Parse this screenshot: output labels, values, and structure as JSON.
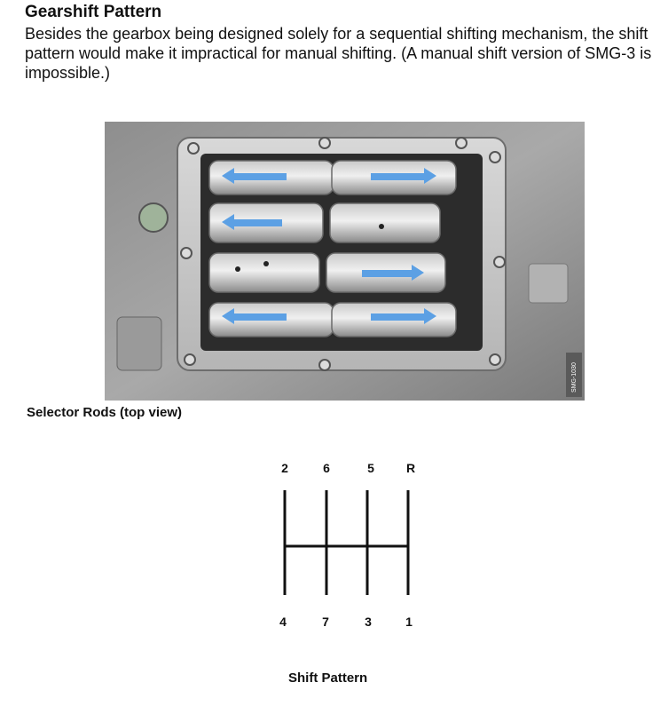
{
  "heading": "Gearshift Pattern",
  "paragraph": "Besides the gearbox being designed solely for a sequential shifting mechanism, the shift pattern would make it impractical for manual shifting. (A manual shift version of SMG-3 is impossible.)",
  "photo": {
    "caption": "Selector Rods (top view)",
    "stamp": "SMG-1030"
  },
  "shift_pattern": {
    "caption": "Shift Pattern",
    "top_gears": [
      "2",
      "6",
      "5",
      "R"
    ],
    "bottom_gears": [
      "4",
      "7",
      "3",
      "1"
    ]
  }
}
